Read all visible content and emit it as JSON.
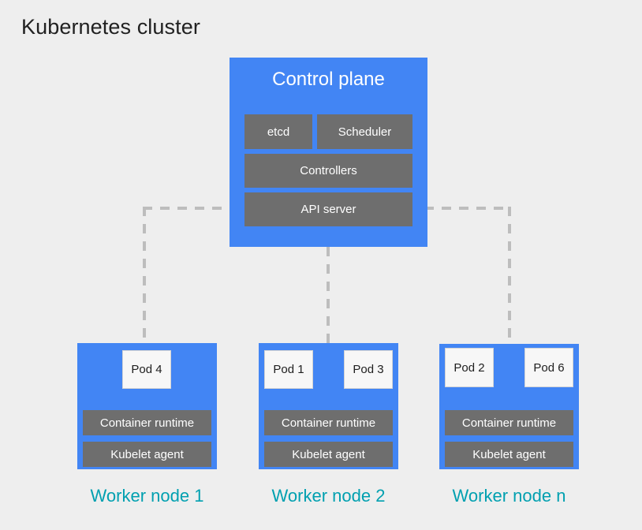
{
  "diagram": {
    "title": "Kubernetes cluster",
    "background_color": "#eeeeee",
    "accent_blue": "#4285f4",
    "component_gray": "#6e6e6e",
    "label_teal": "#00a0b0",
    "connector_gray": "#bdbdbd"
  },
  "control_plane": {
    "title": "Control plane",
    "components": [
      {
        "label": "etcd"
      },
      {
        "label": "Scheduler"
      },
      {
        "label": "Controllers"
      },
      {
        "label": "API server"
      }
    ]
  },
  "worker_nodes": [
    {
      "label": "Worker node 1",
      "pods": [
        {
          "label": "Pod 4"
        }
      ],
      "components": [
        {
          "label": "Container runtime"
        },
        {
          "label": "Kubelet agent"
        }
      ]
    },
    {
      "label": "Worker node 2",
      "pods": [
        {
          "label": "Pod 1"
        },
        {
          "label": "Pod 3"
        }
      ],
      "components": [
        {
          "label": "Container runtime"
        },
        {
          "label": "Kubelet agent"
        }
      ]
    },
    {
      "label": "Worker node n",
      "pods": [
        {
          "label": "Pod 2"
        },
        {
          "label": "Pod 6"
        }
      ],
      "components": [
        {
          "label": "Container runtime"
        },
        {
          "label": "Kubelet agent"
        }
      ]
    }
  ]
}
